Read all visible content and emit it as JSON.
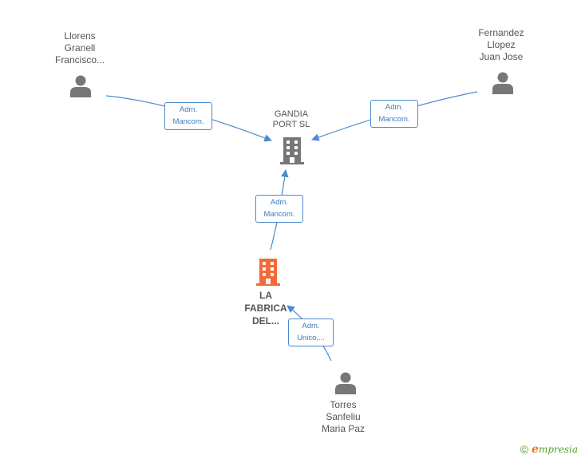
{
  "nodes": {
    "llorens": {
      "label": "Llorens\nGranell\nFrancisco...",
      "type": "person",
      "icon": "person-icon"
    },
    "fernandez": {
      "label": "Fernandez\nLlopez\nJuan Jose",
      "type": "person",
      "icon": "person-icon"
    },
    "gandia": {
      "label": "GANDIA\nPORT  SL",
      "type": "company",
      "icon": "building-icon"
    },
    "fabrica": {
      "label": "LA\nFABRICA\nDEL...",
      "type": "company",
      "icon": "building-icon"
    },
    "torres": {
      "label": "Torres\nSanfeliu\nMaria Paz",
      "type": "person",
      "icon": "person-icon"
    }
  },
  "edges": [
    {
      "from": "llorens",
      "to": "gandia",
      "label": "Adm.\nMancom."
    },
    {
      "from": "fernandez",
      "to": "gandia",
      "label": "Adm.\nMancom."
    },
    {
      "from": "fabrica",
      "to": "gandia",
      "label": "Adm.\nMancom."
    },
    {
      "from": "torres",
      "to": "fabrica",
      "label": "Adm.\nUnico,..."
    }
  ],
  "colors": {
    "edge": "#4a8ad0",
    "person_icon": "#777777",
    "company_icon": "#777777",
    "highlight_company_icon": "#f26a3a",
    "brand": "#5aa02c"
  },
  "footer": {
    "copyright": "©",
    "brand_initial": "e",
    "brand_rest": "mpresia"
  }
}
